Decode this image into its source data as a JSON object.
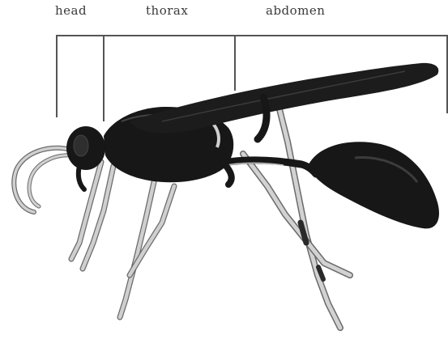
{
  "labels": {
    "head": "head",
    "thorax": "thorax",
    "abdomen": "abdomen"
  },
  "colors": {
    "body": "#171717",
    "wing": "#1c1c1c",
    "leg": "#c9c9c9",
    "leg_outline": "#6a6a6a",
    "leader_line": "#555555",
    "text": "#3a3a3a",
    "background": "#ffffff"
  }
}
